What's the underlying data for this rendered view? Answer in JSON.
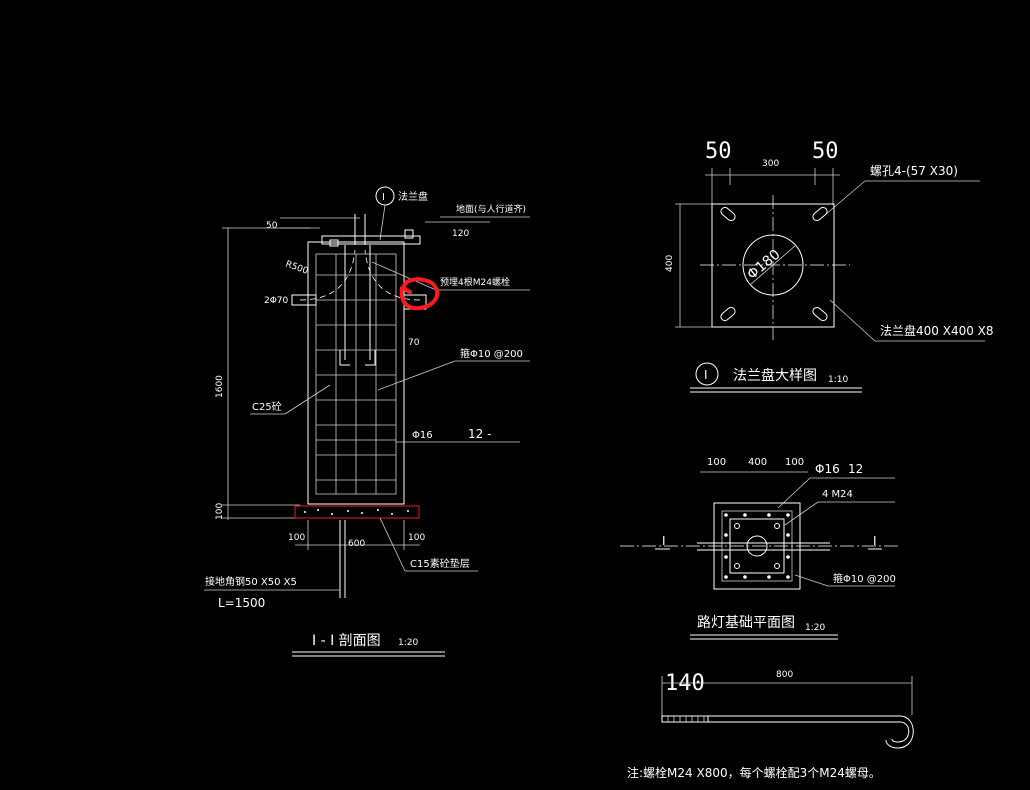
{
  "section_view": {
    "callout_no": "I",
    "flange_label": "法兰盘",
    "ground_label": "地面(与人行道齐)",
    "dim_50": "50",
    "dim_120": "120",
    "dim_r500": "R500",
    "bolt_label": "预埋4根M24螺栓",
    "pipe_label": "2Φ70",
    "dim_70": "70",
    "stirrup_label": "箍Φ10 @200",
    "concrete_label": "C25砼",
    "rebar_label": "Φ16",
    "rebar_count": "12 -",
    "dim_1600": "1600",
    "dim_100_v": "100",
    "dim_100_l": "100",
    "dim_600": "600",
    "dim_100_r": "100",
    "cushion_label": "C15素砼垫层",
    "ground_steel_label": "接地角钢50 X50 X5",
    "ground_steel_length": "L=1500",
    "title": "I - I 剖面图",
    "scale": "1:20"
  },
  "flange_detail": {
    "dim_50_left": "50",
    "dim_300": "300",
    "dim_50_right": "50",
    "hole_label": "螺孔4-(57 X30)",
    "dim_400": "400",
    "center_hole": "Φ180",
    "plate_label": "法兰盘400 X400 X8",
    "callout_no": "I",
    "title": "法兰盘大样图",
    "scale": "1:10"
  },
  "plan_view": {
    "dim_100_left": "100",
    "dim_400": "400",
    "dim_100_right": "100",
    "rebar_label": "Φ16",
    "rebar_count": "12",
    "bolt_label": "4 M24",
    "stirrup_label": "箍Φ10 @200",
    "cut_left": "I",
    "cut_right": "I",
    "title": "路灯基础平面图",
    "scale": "1:20"
  },
  "bolt_detail": {
    "dim_140": "140",
    "dim_800": "800"
  },
  "note": "注:螺栓M24 X800，每个螺栓配3个M24螺母。",
  "colors": {
    "background": "#000000",
    "line": "#ffffff",
    "cushion_outline": "#e02020",
    "highlight_mark": "#ff1a1a"
  }
}
